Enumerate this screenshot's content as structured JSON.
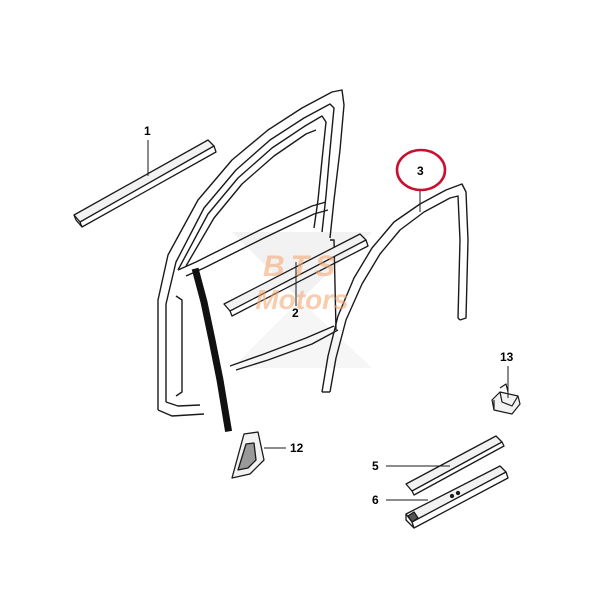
{
  "watermark": {
    "line1": "BTS",
    "line2": "Motors"
  },
  "callouts": [
    {
      "id": "1",
      "label": "1"
    },
    {
      "id": "2",
      "label": "2"
    },
    {
      "id": "3",
      "label": "3"
    },
    {
      "id": "5",
      "label": "5"
    },
    {
      "id": "6",
      "label": "6"
    },
    {
      "id": "12",
      "label": "12"
    },
    {
      "id": "13",
      "label": "13"
    }
  ],
  "colors": {
    "line": "#1a1a1a",
    "highlight": "#c8102e",
    "watermark": "#f4a46a",
    "fill": "#f2f2f2"
  }
}
